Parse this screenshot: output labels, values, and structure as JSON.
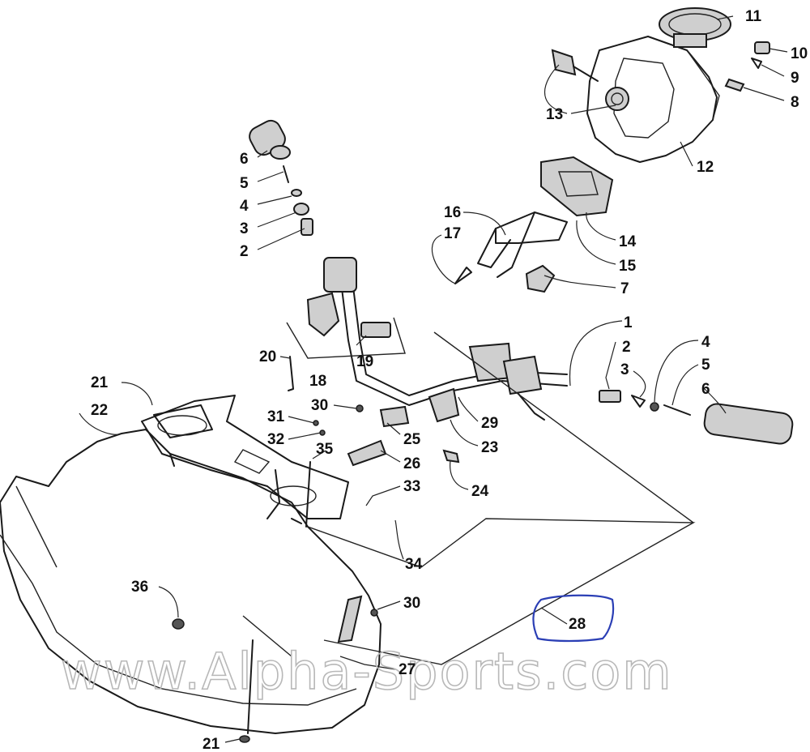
{
  "watermark": "www.Alpha-Sports.com",
  "highlight_color": "#2b3fb5",
  "callouts": [
    {
      "id": "c11",
      "text": "11"
    },
    {
      "id": "c10",
      "text": "10"
    },
    {
      "id": "c9a",
      "text": "9"
    },
    {
      "id": "c8",
      "text": "8"
    },
    {
      "id": "c13",
      "text": "13"
    },
    {
      "id": "c12",
      "text": "12"
    },
    {
      "id": "c6a",
      "text": "6"
    },
    {
      "id": "c5a",
      "text": "5"
    },
    {
      "id": "c4a",
      "text": "4"
    },
    {
      "id": "c3a",
      "text": "3"
    },
    {
      "id": "c2a",
      "text": "2"
    },
    {
      "id": "c16",
      "text": "16"
    },
    {
      "id": "c17",
      "text": "17"
    },
    {
      "id": "c14",
      "text": "14"
    },
    {
      "id": "c15",
      "text": "15"
    },
    {
      "id": "c7",
      "text": "7"
    },
    {
      "id": "c1",
      "text": "1"
    },
    {
      "id": "c2b",
      "text": "2"
    },
    {
      "id": "c3b",
      "text": "3"
    },
    {
      "id": "c4b",
      "text": "4"
    },
    {
      "id": "c5b",
      "text": "5"
    },
    {
      "id": "c6b",
      "text": "6"
    },
    {
      "id": "c20",
      "text": "20"
    },
    {
      "id": "c19",
      "text": "19"
    },
    {
      "id": "c18",
      "text": "18"
    },
    {
      "id": "c21a",
      "text": "21"
    },
    {
      "id": "c22",
      "text": "22"
    },
    {
      "id": "c30a",
      "text": "30"
    },
    {
      "id": "c31",
      "text": "31"
    },
    {
      "id": "c32",
      "text": "32"
    },
    {
      "id": "c35",
      "text": "35"
    },
    {
      "id": "c25",
      "text": "25"
    },
    {
      "id": "c26",
      "text": "26"
    },
    {
      "id": "c29",
      "text": "29"
    },
    {
      "id": "c23",
      "text": "23"
    },
    {
      "id": "c24",
      "text": "24"
    },
    {
      "id": "c33",
      "text": "33"
    },
    {
      "id": "c34",
      "text": "34"
    },
    {
      "id": "c36",
      "text": "36"
    },
    {
      "id": "c30b",
      "text": "30"
    },
    {
      "id": "c28",
      "text": "28"
    },
    {
      "id": "c27",
      "text": "27"
    },
    {
      "id": "c21b",
      "text": "21"
    }
  ]
}
